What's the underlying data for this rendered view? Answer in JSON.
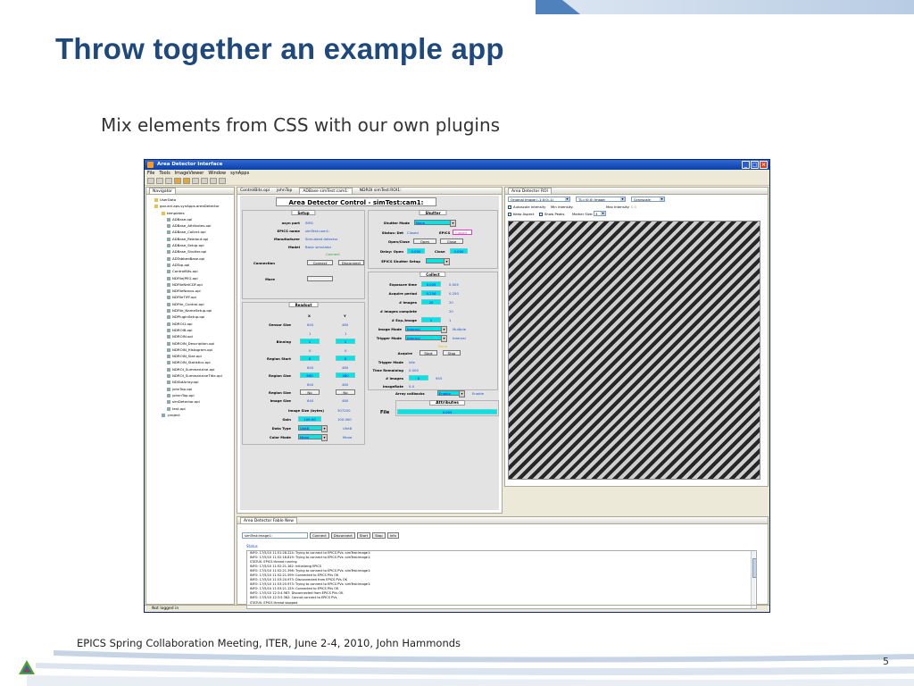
{
  "slide": {
    "title": "Throw together an example app",
    "subtitle": "Mix elements from CSS with our own plugins",
    "footer": "EPICS Spring Collaboration Meeting, ITER, June 2-4, 2010, John Hammonds",
    "page_number": "5"
  },
  "app": {
    "window_title": "Area Detector Interface",
    "menu": [
      "File",
      "Tools",
      "ImageViewer",
      "Window",
      "synApps"
    ],
    "status_bar": "Not logged in"
  },
  "navigator": {
    "tab": "Navigator",
    "items": [
      {
        "label": "UserData",
        "level": 0,
        "folder": true
      },
      {
        "label": "gov.anl.aps.synApps.areaDetector",
        "level": 0,
        "folder": true
      },
      {
        "label": "templates",
        "level": 1,
        "folder": true
      },
      {
        "label": "ADBase.opi",
        "level": 2
      },
      {
        "label": "ADBase_Attributes.opi",
        "level": 2
      },
      {
        "label": "ADBase_Collect.opi",
        "level": 2
      },
      {
        "label": "ADBase_Readout.opi",
        "level": 2
      },
      {
        "label": "ADBase_Setup.opi",
        "level": 2
      },
      {
        "label": "ADBase_Shutter.opi",
        "level": 2
      },
      {
        "label": "ADTabbedBase.opi",
        "level": 2
      },
      {
        "label": "ADTop.opi",
        "level": 2
      },
      {
        "label": "ControlBits.opi",
        "level": 2
      },
      {
        "label": "NDFileJPEG.opi",
        "level": 2
      },
      {
        "label": "NDFileNetCDF.opi",
        "level": 2
      },
      {
        "label": "NDFileNexus.opi",
        "level": 2
      },
      {
        "label": "NDFileTIFF.opi",
        "level": 2
      },
      {
        "label": "NDFile_Control.opi",
        "level": 2
      },
      {
        "label": "NDFile_NameSetup.opi",
        "level": 2
      },
      {
        "label": "NDPluginSetup.opi",
        "level": 2
      },
      {
        "label": "NDROI1.opi",
        "level": 2
      },
      {
        "label": "NDROI8.opi",
        "level": 2
      },
      {
        "label": "NDROIN.opi",
        "level": 2
      },
      {
        "label": "NDROIN_Description.opi",
        "level": 2
      },
      {
        "label": "NDROIN_Histogram.opi",
        "level": 2
      },
      {
        "label": "NDROIN_Size.opi",
        "level": 2
      },
      {
        "label": "NDROIN_Statistics.opi",
        "level": 2
      },
      {
        "label": "NDROI_Summarizine.opi",
        "level": 2
      },
      {
        "label": "NDROI_SummarizineTitle.opi",
        "level": 2
      },
      {
        "label": "NDStdArray.opi",
        "level": 2
      },
      {
        "label": "johnTop.opi",
        "level": 2
      },
      {
        "label": "johnnTop.opi",
        "level": 2
      },
      {
        "label": "simDetector.opi",
        "level": 2
      },
      {
        "label": "test.opi",
        "level": 2
      },
      {
        "label": ".project",
        "level": 1
      }
    ]
  },
  "opi": {
    "tabs": [
      "ControlBits.opi",
      "johnTop",
      "ADBase simTest:cam1:",
      "NDROI simTest:ROI1:"
    ],
    "title": "Area Detector Control - simTest:cam1:",
    "setup": {
      "header": "Setup",
      "asyn_port_label": "asyn port",
      "asyn_port": "SIM1",
      "epics_name_label": "EPICS name",
      "epics_name": "simTest:cam1:",
      "manufacturer_label": "Manufacturer",
      "manufacturer": "Simulated detector",
      "model_label": "Model",
      "model": "Basic simulator",
      "connected": "Connect",
      "connection_label": "Connection",
      "connect_btn": "Connect",
      "disconnect_btn": "Disconnect",
      "more_label": "More"
    },
    "readout": {
      "header": "Readout",
      "x_hdr": "X",
      "y_hdr": "Y",
      "sensor_size_label": "Sensor Size",
      "sensor_x": "640",
      "sensor_y": "480",
      "binning_label": "Binning",
      "bin_x_rb": "1",
      "bin_y_rb": "1",
      "bin_x": "1",
      "bin_y": "1",
      "region_start_label": "Region Start",
      "rs_x_rb": "0",
      "rs_y_rb": "0",
      "rs_x": "0",
      "rs_y": "0",
      "region_size_label": "Region Size",
      "rsz_x_rb": "640",
      "rsz_y_rb": "480",
      "rsz_x": "640",
      "rsz_y": "480",
      "rsz2_x": "640",
      "rsz2_y": "480",
      "reverse_label": "Region Size",
      "rev_x": "No",
      "rev_y": "No",
      "image_size_label": "Image Size",
      "img_x": "640",
      "img_y": "480",
      "image_bytes_label": "Image Size (bytes)",
      "image_bytes": "307200",
      "gain_label": "Gain",
      "gain": "100.00",
      "gain_rb": "100.000",
      "data_type_label": "Data Type",
      "data_type": "UInt8",
      "data_type_rb": "UInt8",
      "color_mode_label": "Color Mode",
      "color_mode": "Mono",
      "color_mode_rb": "Mono"
    },
    "shutter": {
      "header": "Shutter",
      "mode_label": "Shutter Mode",
      "mode": "None",
      "status_label": "Status: Det",
      "status_det": "Closed",
      "epics_label": "EPICS",
      "epics_status": "Closed",
      "openclose_label": "Open/Close",
      "open_btn": "Open",
      "close_btn": "Close",
      "delay_label": "Delay: Open",
      "delay_open": "0.000",
      "close_label": "Close",
      "delay_close": "0.000",
      "setup_label": "EPICS Shutter Setup"
    },
    "collect": {
      "header": "Collect",
      "exposure_label": "Exposure time",
      "exposure": "0.005",
      "exposure_rb": "0.005",
      "period_label": "Acquire period",
      "period": "0.250",
      "period_rb": "0.250",
      "images_label": "# Images",
      "images": "20",
      "images_rb": "20",
      "images_complete_label": "# Images complete",
      "images_complete": "20",
      "exp_image_label": "# Exp./image",
      "exp_image": "1",
      "exp_image_rb": "1",
      "image_mode_label": "Image Mode",
      "image_mode": "Internal",
      "image_mode_rb": "Multiple",
      "trigger_mode_label": "Trigger Mode",
      "trigger_mode": "Internal",
      "trigger_mode_rb": "Internal",
      "acquire_status": "Done",
      "acquire_label": "Acquire",
      "start_btn": "Start",
      "stop_btn": "Stop",
      "trigger_mode2_label": "Trigger Mode",
      "trigger_mode2": "Idle",
      "time_remaining_label": "Time Remaining",
      "time_remaining": "0.000",
      "num_images_label": "# Images",
      "num_images": "0",
      "num_images_rb": "955",
      "image_rate_label": "ImageRate",
      "image_rate": "0.0",
      "array_cb_label": "Array callbacks",
      "array_cb": "Enable",
      "array_cb_rb": "Enable"
    },
    "attributes": {
      "header": "Attributes",
      "file_label": "File",
      "file_value": "0.005"
    }
  },
  "image_view": {
    "tab": "Area Detector ROI",
    "source_select": "Original Image (-1:0:0:-1)",
    "transform_select": "TL=(0,0) Image",
    "color_select": "Grayscale",
    "autoscale": "Autoscale Intensity",
    "min_intensity": "Min Intensity:",
    "max_intensity": "Max Intensity:",
    "max_val": "0.0",
    "keep_aspect": "Keep Aspect",
    "show_peaks": "Show Peaks",
    "marker_size_label": "Marker Size:",
    "marker_size": "3"
  },
  "console": {
    "tab": "Area Detector Fable New",
    "input_value": "simTest:image1:",
    "buttons": [
      "Connect",
      "Disconnect",
      "Start",
      "Stop",
      "Info"
    ],
    "status_label": "Status",
    "log": [
      "INFO: 17/5/10 11:51:28.224: Trying to connect to EPICS PVs: simTest:image1:",
      "INFO: 17/5/10 11:52:18.819: Trying to connect to EPICS PVs: simTest:image1:",
      "STATUS: EPICS thread running",
      "INFO: 17/5/10 11:52:21.162: Initializing EPICS",
      "INFO: 17/5/10 11:52:21.396: Trying to connect to EPICS PVs: simTest:image1:",
      "INFO: 17/5/10 11:52:21.599: Connected to EPICS PVs OK",
      "INFO: 17/5/10 11:53:20.973: Disconnected from EPICS PVs OK",
      "INFO: 17/5/10 11:53:20.973: Trying to connect to EPICS PVs: simTest:image1:",
      "INFO: 17/5/10 11:53:21.129: Connected to EPICS PVs OK",
      "INFO: 17/5/10 12:3:4.987: Disconnected from EPICS PVs OK",
      "INFO: 17/5/10 12:3:5.362: Cannot connect to EPICS PVs",
      "STATUS: EPICS thread stopped"
    ]
  },
  "colors": {
    "title": "#1f497d",
    "accent": "#4f81bd",
    "readback_cyan": "#00e6e6"
  }
}
